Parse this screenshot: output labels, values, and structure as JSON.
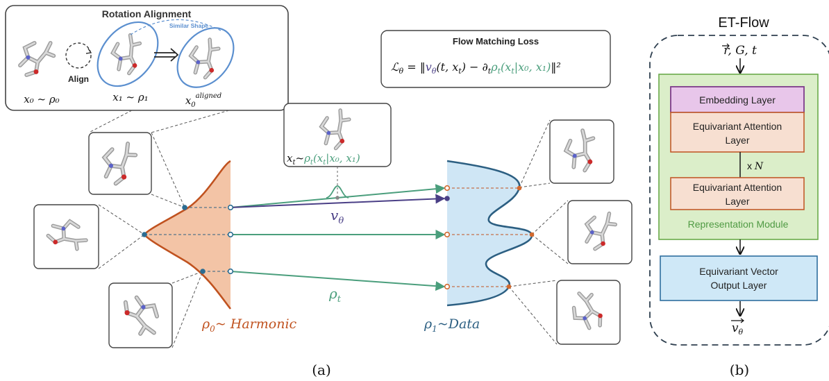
{
  "colors": {
    "harmonic": "#c0521f",
    "harmonic_fill": "#f3c4a6",
    "data_curve": "#2c5f82",
    "data_fill": "#cfe6f5",
    "arrow_green": "#4a9e7c",
    "arrow_purple": "#4a3f86",
    "ellipse_blue": "#5b8fcf",
    "embedding_fill": "#e8c6ea",
    "embedding_border": "#7d3b8a",
    "attention_fill": "#f7dfd1",
    "attention_border": "#c25b2b",
    "module_fill": "#dbeec9",
    "module_border": "#6aaa4a",
    "output_fill": "#cfe8f7",
    "output_border": "#2e6e9e",
    "frame": "#2e3f4f"
  },
  "panel_a": {
    "rotation_box": {
      "title": "Rotation Alignment",
      "align_label": "Align",
      "similar_shape_label": "Similar Shape",
      "x0_label": "x₀ ~ ρ₀",
      "x1_label": "x₁ ~ ρ₁",
      "x0_aligned_base": "x",
      "x0_aligned_sub": "0",
      "x0_aligned_sup": "aligned"
    },
    "loss_box": {
      "title": "Flow Matching Loss",
      "formula_left": "ℒ",
      "formula_left_sub": "θ",
      "formula_eq": " = ‖",
      "formula_v": "v",
      "formula_v_sub": "θ",
      "formula_v_args": "(t, x",
      "formula_v_args_sub": "t",
      "formula_mid": ") − ∂",
      "formula_mid_sub": "t",
      "formula_rho": "ρ",
      "formula_rho_sub": "t",
      "formula_rho_args": "(x",
      "formula_rho_args_sub": "t",
      "formula_rho_rest": "|x₀, x₁)",
      "formula_end": "‖²"
    },
    "xt_box": {
      "xt_base": "x",
      "xt_sub": "t",
      "tilde": "~",
      "rho_base": "ρ",
      "rho_sub": "t",
      "rho_args": "(x",
      "rho_args_sub": "t",
      "rho_rest": "|x₀, x₁)"
    },
    "v_theta_label": "v",
    "v_theta_sub": "θ",
    "rho_t_label": "ρ",
    "rho_t_sub": "t",
    "harmonic_label_rho": "ρ",
    "harmonic_label_sub": "0",
    "harmonic_label_text": "~ Harmonic",
    "data_label_rho": "ρ",
    "data_label_sub": "1",
    "data_label_text": "~Data",
    "caption": "(a)"
  },
  "panel_b": {
    "title": "ET-Flow",
    "input_r": "r",
    "input_rest": ", G, t",
    "embedding": "Embedding Layer",
    "attention_line1": "Equivariant Attention",
    "attention_line2": "Layer",
    "repeat_label": "x",
    "repeat_n": "N",
    "module_label": "Representation Module",
    "output_line1": "Equivariant Vector",
    "output_line2": "Output Layer",
    "output_v": "v",
    "output_v_sub": "θ",
    "caption": "(b)"
  }
}
